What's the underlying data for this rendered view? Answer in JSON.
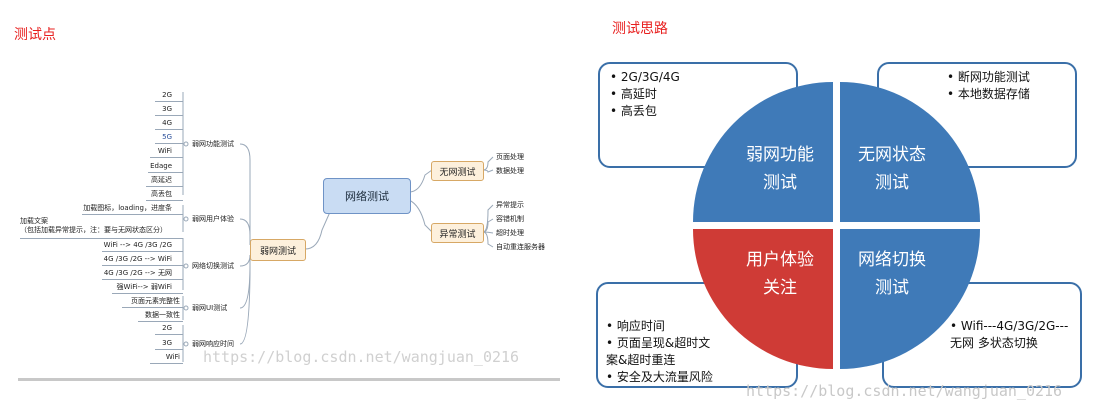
{
  "left": {
    "title": "测试点",
    "center": "网络测试",
    "weak_net": "弱网测试",
    "no_net": "无网测试",
    "exception": "异常测试",
    "group_labels": [
      "弱网功能测试",
      "弱网用户体验",
      "网络切换测试",
      "弱网UI测试",
      "弱网响应时间"
    ],
    "leaves": [
      "2G",
      "3G",
      "4G",
      "5G",
      "WiFi",
      "Edage",
      "高延迟",
      "高丢包",
      "加载图标，loading，进度条",
      "加载文案\n（包括加载异常提示，注：要与无网状态区分）",
      "WiFi --> 4G /3G /2G",
      "4G /3G /2G --> WiFi",
      "4G /3G /2G --> 无网",
      "强WiFi--> 弱WiFi",
      "页面元素完整性",
      "数据一致性",
      "2G",
      "3G",
      "WiFi"
    ],
    "no_net_items": [
      "页面处理",
      "数据处理"
    ],
    "exception_items": [
      "异常提示",
      "容错机制",
      "超时处理",
      "自动重连服务器"
    ],
    "watermark": "https://blog.csdn.net/wangjuan_0216"
  },
  "right": {
    "title": "测试思路",
    "box_tl": [
      "2G/3G/4G",
      "高延时",
      "高丢包"
    ],
    "box_tr": [
      "断网功能测试",
      "本地数据存储"
    ],
    "box_bl": [
      "响应时间",
      "页面呈现&超时文\n案&超时重连",
      "安全及大流量风险"
    ],
    "box_br": [
      "Wifi---4G/3G/2G---\n无网 多状态切换"
    ],
    "q_tl": "弱网功能\n测试",
    "q_tr": "无网状态\n测试",
    "q_bl": "用户体验\n关注",
    "q_br": "网络切换\n测试",
    "watermark": "https://blog.csdn.net/wangjuan_0216",
    "colors": {
      "blue": "#3f7ab8",
      "red": "#cf3b36",
      "border": "#3a6fa8"
    }
  }
}
